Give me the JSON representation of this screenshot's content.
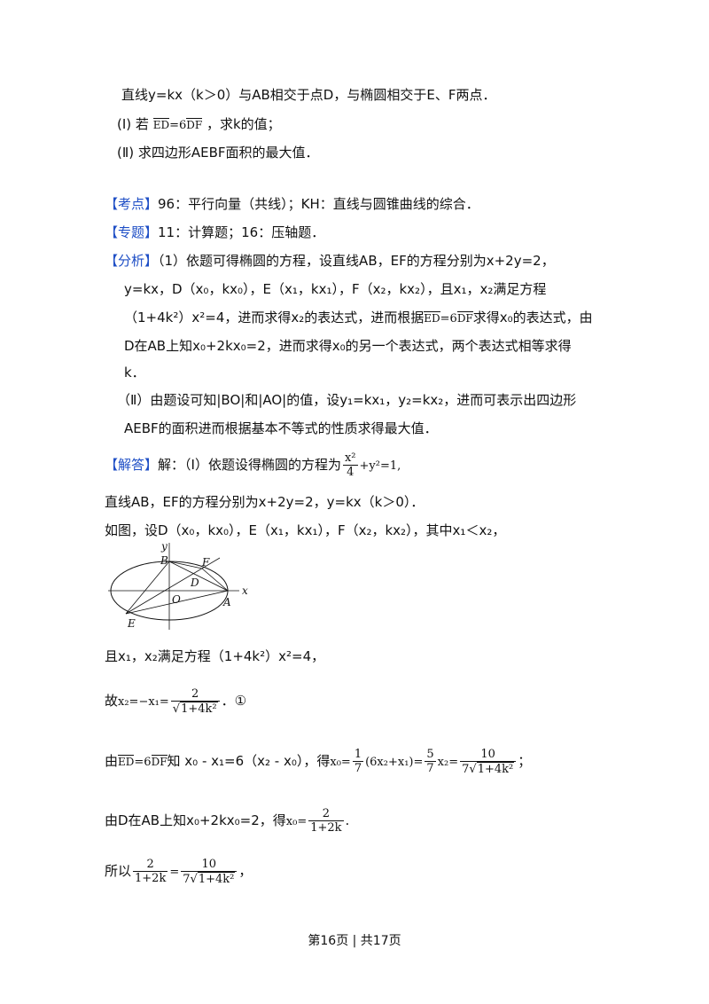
{
  "problem": {
    "line1": "直线y=kx（k＞0）与AB相交于点D，与椭圆相交于E、F两点．",
    "part1_a": "(Ⅰ) 若",
    "part1_b": "，求k的值；",
    "part2": "(Ⅱ) 求四边形AEBF面积的最大值．"
  },
  "vectors": {
    "ed": "ED",
    "eq6": "=6",
    "df": "DF"
  },
  "kaodian": {
    "tag": "【考点】",
    "text": "96：平行向量（共线）；KH：直线与圆锥曲线的综合．"
  },
  "zhuanti": {
    "tag": "【专题】",
    "text": "11：计算题；16：压轴题．"
  },
  "fenxi": {
    "tag": "【分析】",
    "l1": "（1）依题可得椭圆的方程，设直线AB，EF的方程分别为x+2y=2，",
    "l2": "y=kx，D（x₀，kx₀），E（x₁，kx₁），F（x₂，kx₂），且x₁，x₂满足方程",
    "l3a": "（1+4k²）x²=4，进而求得x₂的表达式，进而根据",
    "l3b": "求得x₀的表达式，由",
    "l4": "D在AB上知x₀+2kx₀=2，进而求得x₀的另一个表达式，两个表达式相等求得",
    "l5": "k．",
    "l6": "（Ⅱ）由题设可知|BO|和|AO|的值，设y₁=kx₁，y₂=kx₂，进而可表示出四边形",
    "l7": "AEBF的面积进而根据基本不等式的性质求得最大值．"
  },
  "jieda": {
    "tag": "【解答】",
    "l1": "解：（Ⅰ）依题设得椭圆的方程为",
    "ellipse_n": "x²",
    "ellipse_d": "4",
    "ellipse_rest": "+y²=1,",
    "l2": "直线AB，EF的方程分别为x+2y=2，y=kx（k＞0）．",
    "l3": "如图，设D（x₀，kx₀），E（x₁，kx₁），F（x₂，kx₂），其中x₁＜x₂，",
    "l4": "且x₁，x₂满足方程（1+4k²）x²=4，",
    "l5_pre": "故",
    "l5_eq": "x₂=−x₁=",
    "l5_n": "2",
    "l5_d": "1+4k²",
    "l5_post": "．①",
    "l6_pre": "由",
    "l6_mid": "知 x₀ - x₁=6（x₂ - x₀），得",
    "l6_eq1": "x₀=",
    "l6_f1n": "1",
    "l6_f1d": "7",
    "l6_eq2": "(6x₂+x₁)=",
    "l6_f2n": "5",
    "l6_f2d": "7",
    "l6_eq3": "x₂=",
    "l6_f3n": "10",
    "l6_f3d_pre": "7",
    "l6_f3d_rad": "1+4k²",
    "l6_post": "；",
    "l7_pre": "由D在AB上知x₀+2kx₀=2，得",
    "l7_eq": "x₀=",
    "l7_n": "2",
    "l7_d": "1+2k",
    "l7_post": ".",
    "l8_pre": "所以",
    "l8_f1n": "2",
    "l8_f1d": "1+2k",
    "l8_eq": "=",
    "l8_f2n": "10",
    "l8_f2d_pre": "7",
    "l8_f2d_rad": "1+4k²",
    "l8_post": "，"
  },
  "figure": {
    "labels": {
      "y": "y",
      "x": "x",
      "B": "B",
      "F": "F",
      "D": "D",
      "O": "O",
      "A": "A",
      "E": "E"
    }
  },
  "footer": "第16页 | 共17页"
}
